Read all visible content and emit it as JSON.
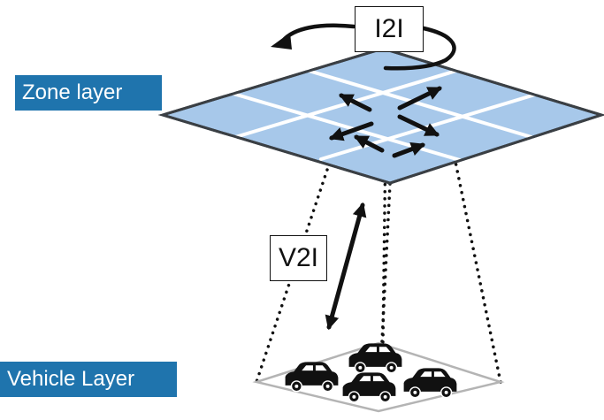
{
  "labels": {
    "zone_layer": "Zone layer",
    "vehicle_layer": "Vehicle Layer",
    "i2i": "I2I",
    "v2i": "V2I"
  },
  "colors": {
    "label_bg": "#1f74ad",
    "zone_cell": "#a7c8ea",
    "zone_grid": "#ffffff",
    "zone_border": "#3a3f44",
    "vehicle_border": "#b4b4b4",
    "arrow": "#111111",
    "car": "#111111"
  },
  "icons": [
    "rotation-arrow-icon",
    "double-arrow-icon",
    "car-icon"
  ]
}
